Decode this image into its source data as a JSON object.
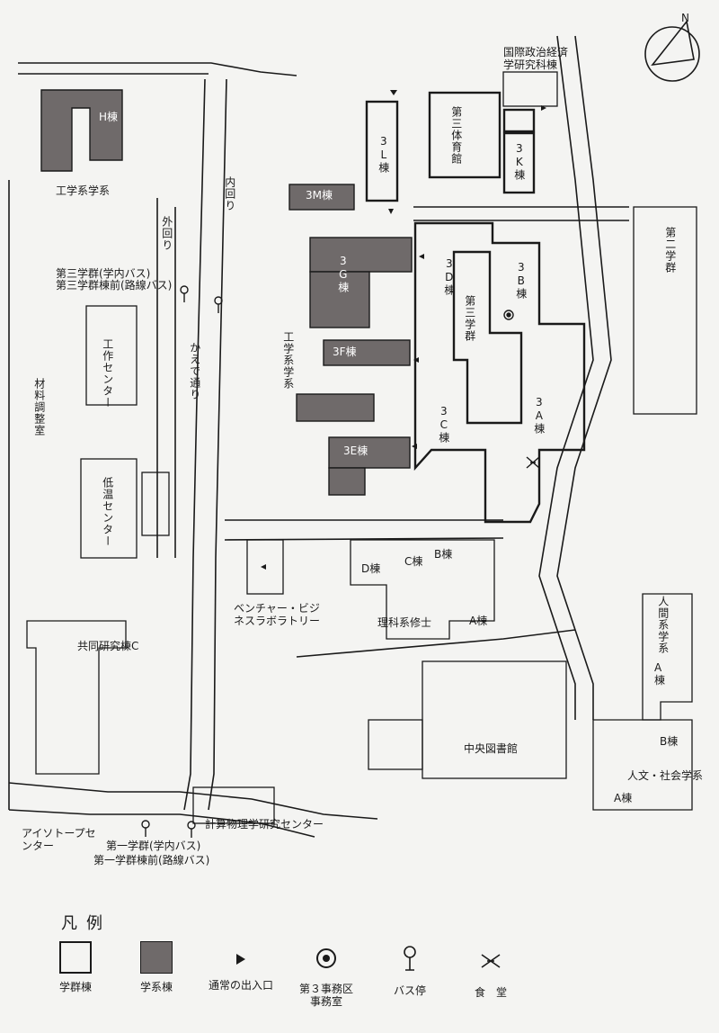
{
  "colors": {
    "background": "#f4f4f2",
    "line": "#1a1a1a",
    "department_building_fill": "#6f6a6a",
    "road": "#f4f4f2"
  },
  "north_label": "N",
  "buildings": {
    "h": "H棟",
    "m3": "3M棟",
    "l3": "3L棟",
    "g3": "3G棟",
    "f3": "3F棟",
    "e3": "3E棟",
    "d3": "3D棟",
    "b3": "3B棟",
    "c3": "3C棟",
    "a3": "3A棟",
    "k3": "3K棟",
    "third_cluster": "第三学群",
    "third_gym": "第三体育館",
    "second_cluster": "第二学群",
    "d_bldg": "D棟",
    "c_bldg": "C棟",
    "b_bldg": "B棟",
    "a_bldg": "A棟",
    "human_b": "B棟",
    "human_a": "A棟",
    "humanities_b": "B棟",
    "humanities_a": "A棟"
  },
  "places": {
    "intl_pol_econ": "国際政治経済学研究科棟",
    "engineering_sci": "工学系学系",
    "engineering_sci_vertical": "工学系学系",
    "bus_third": "第三学群(学内バス)",
    "bus_third_route": "第三学群棟前(路線バス)",
    "workshop_center": "工作センター",
    "materials_room": "材料調整室",
    "low_temp_center": "低温センター",
    "venture_lab": "ベンチャー・ビジネスラボラトリー",
    "natural_sci_master": "理科系修士",
    "joint_research_c": "共同研究棟C",
    "central_library": "中央図書館",
    "human_sciences": "人間系学系",
    "humanities_social": "人文・社会学系",
    "isotope_center": "アイソトープセンター",
    "bus_first": "第一学群(学内バス)",
    "bus_first_route": "第一学群棟前(路線バス)",
    "computational_physics": "計算物理学研究センター",
    "kaede_street": "かえで通り",
    "inner_loop": "内回り",
    "outer_loop": "外回り"
  },
  "legend": {
    "title": "凡例",
    "items": [
      {
        "label": "学群棟",
        "symbol": "outline-square"
      },
      {
        "label": "学系棟",
        "symbol": "filled-square"
      },
      {
        "label": "通常の出入口",
        "symbol": "entrance-triangle-icon"
      },
      {
        "label": "第３事務区事務室",
        "symbol": "office-circle-icon"
      },
      {
        "label": "バス停",
        "symbol": "bus-stop-icon"
      },
      {
        "label": "食　堂",
        "symbol": "cafeteria-icon"
      }
    ]
  }
}
